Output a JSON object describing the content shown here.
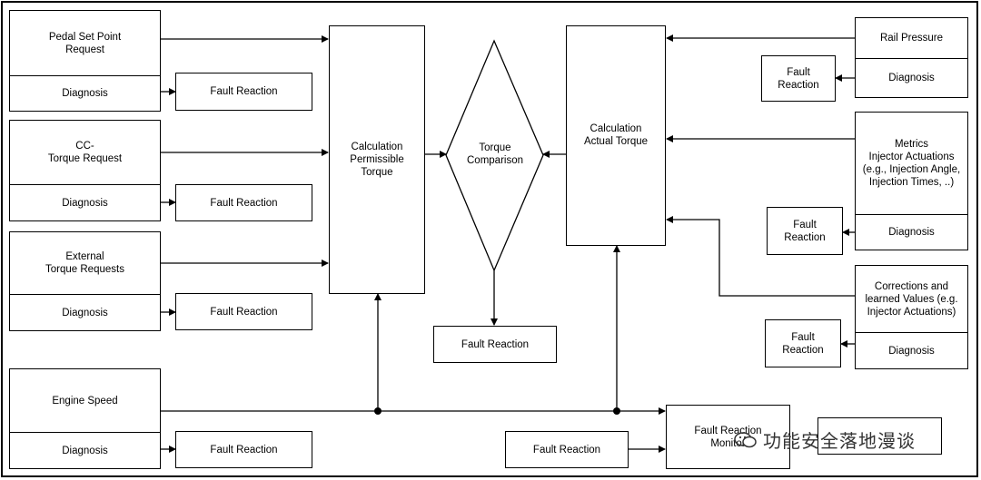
{
  "inputs": {
    "pedal": {
      "label": "Pedal Set Point\nRequest",
      "diagnosis": "Diagnosis",
      "fault": "Fault Reaction"
    },
    "cc": {
      "label": "CC-\nTorque Request",
      "diagnosis": "Diagnosis",
      "fault": "Fault Reaction"
    },
    "external": {
      "label": "External\nTorque Requests",
      "diagnosis": "Diagnosis",
      "fault": "Fault Reaction"
    },
    "engine_speed": {
      "label": "Engine Speed",
      "diagnosis": "Diagnosis",
      "fault": "Fault Reaction"
    }
  },
  "center": {
    "permissible": "Calculation\nPermissible\nTorque",
    "comparison": "Torque\nComparison",
    "comparison_fault": "Fault Reaction",
    "actual": "Calculation\nActual Torque",
    "bottom_fault": "Fault Reaction",
    "monitor": "Fault Reaction\nMonitor"
  },
  "right": {
    "rail": {
      "label": "Rail Pressure",
      "diagnosis": "Diagnosis",
      "fault": "Fault\nReaction"
    },
    "metrics": {
      "label": "Metrics\nInjector Actuations\n(e.g., Injection Angle,\nInjection Times, ..)",
      "diagnosis": "Diagnosis",
      "fault": "Fault\nReaction"
    },
    "corrections": {
      "label": "Corrections and\nlearned Values (e.g.\nInjector Actuations)",
      "diagnosis": "Diagnosis",
      "fault": "Fault\nReaction"
    }
  },
  "watermark": "功能安全落地漫谈"
}
